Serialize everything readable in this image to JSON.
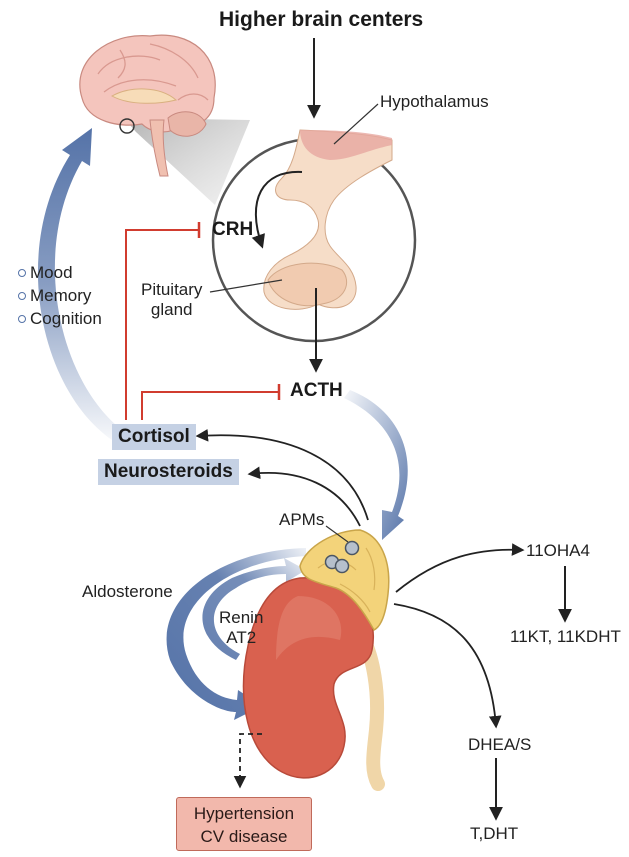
{
  "labels": {
    "higher_brain_centers": "Higher brain centers",
    "hypothalamus": "Hypothalamus",
    "crh": "CRH",
    "pituitary_gland": [
      "Pituitary",
      "gland"
    ],
    "acth": "ACTH",
    "cortisol": "Cortisol",
    "neurosteroids": "Neurosteroids",
    "brain_effects": [
      "Mood",
      "Memory",
      "Cognition"
    ],
    "apms": "APMs",
    "aldosterone": "Aldosterone",
    "renin_at2": [
      "Renin",
      "AT2"
    ],
    "hypertension_box": [
      "Hypertension",
      "CV disease"
    ],
    "metabolites": {
      "oha4": "11OHA4",
      "kt": "11KT, 11KDHT",
      "dhea": "DHEA/S",
      "tdht": "T,DHT"
    }
  },
  "colors": {
    "brain": "#f4c5bd",
    "kidney": "#d9614f",
    "adrenal": "#f3d37a",
    "inhibition_line": "#d13c2f",
    "feedback_arrow": "#5573a8",
    "hormone_box": "#c5d1e4",
    "disease_box": "#f2b8ac"
  }
}
